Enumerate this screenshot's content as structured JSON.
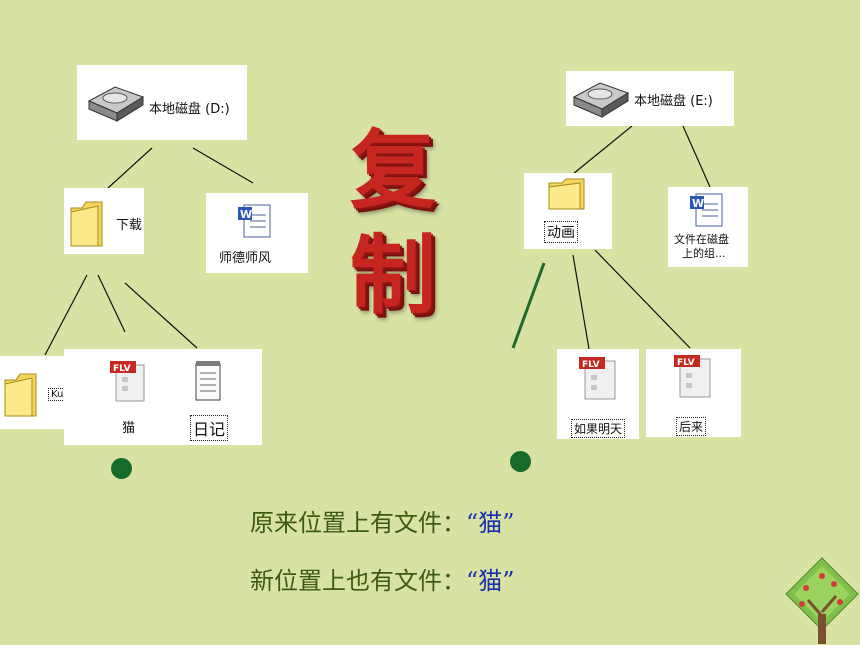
{
  "title": {
    "char1": "复",
    "char2": "制"
  },
  "left_tree": {
    "drive_label": "本地磁盘 (D:)",
    "folder_label": "下载",
    "doc_label": "师德师风",
    "sub_folder_label": "KuGou",
    "flv_label": "猫",
    "notes_label": "日记"
  },
  "right_tree": {
    "drive_label": "本地磁盘 (E:)",
    "folder_label": "动画",
    "doc_label_line1": "文件在磁盘",
    "doc_label_line2": "上的组...",
    "flv1_label": "如果明天",
    "flv2_label": "后来"
  },
  "captions": {
    "line1_prefix": "原来位置上有文件：",
    "line1_file": "“猫”",
    "line2_prefix": "新位置上也有文件：",
    "line2_file": "“猫”"
  },
  "colors": {
    "title": "#c7251f",
    "caption": "#3d5a12",
    "filename": "#1a2fb0",
    "background": "#d8e2a3"
  }
}
